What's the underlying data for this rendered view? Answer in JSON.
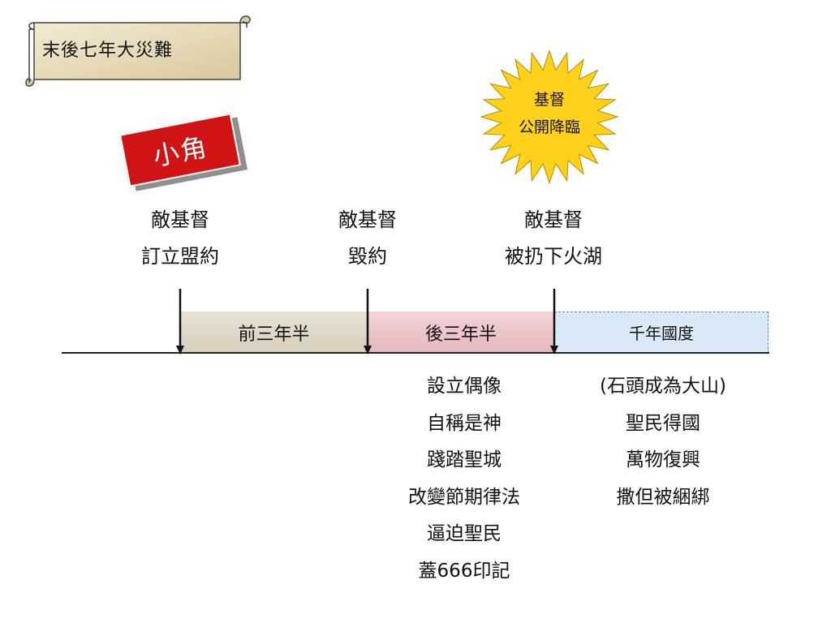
{
  "title": "末後七年大災難",
  "starburst": {
    "line1": "基督",
    "line2": "公開降臨"
  },
  "horn_label": "小角",
  "events": [
    {
      "line1": "敵基督",
      "line2": "訂立盟約"
    },
    {
      "line1": "敵基督",
      "line2": "毀約"
    },
    {
      "line1": "敵基督",
      "line2": "被扔下火湖"
    }
  ],
  "periods": [
    "前三年半",
    "後三年半",
    "千年國度"
  ],
  "second_half_items": [
    "設立偶像",
    "自稱是神",
    "踐踏聖城",
    "改變節期律法",
    "逼迫聖民",
    "蓋666印記"
  ],
  "millennium_items": [
    "(石頭成為大山)",
    "聖民得國",
    "萬物復興",
    "撒但被綑綁"
  ],
  "colors": {
    "horn_red": "#d01416",
    "star_yellow": "#ffd11a",
    "period1": "#ddd6c6",
    "period2": "#ecc4ca",
    "period3": "#dcebf7"
  }
}
